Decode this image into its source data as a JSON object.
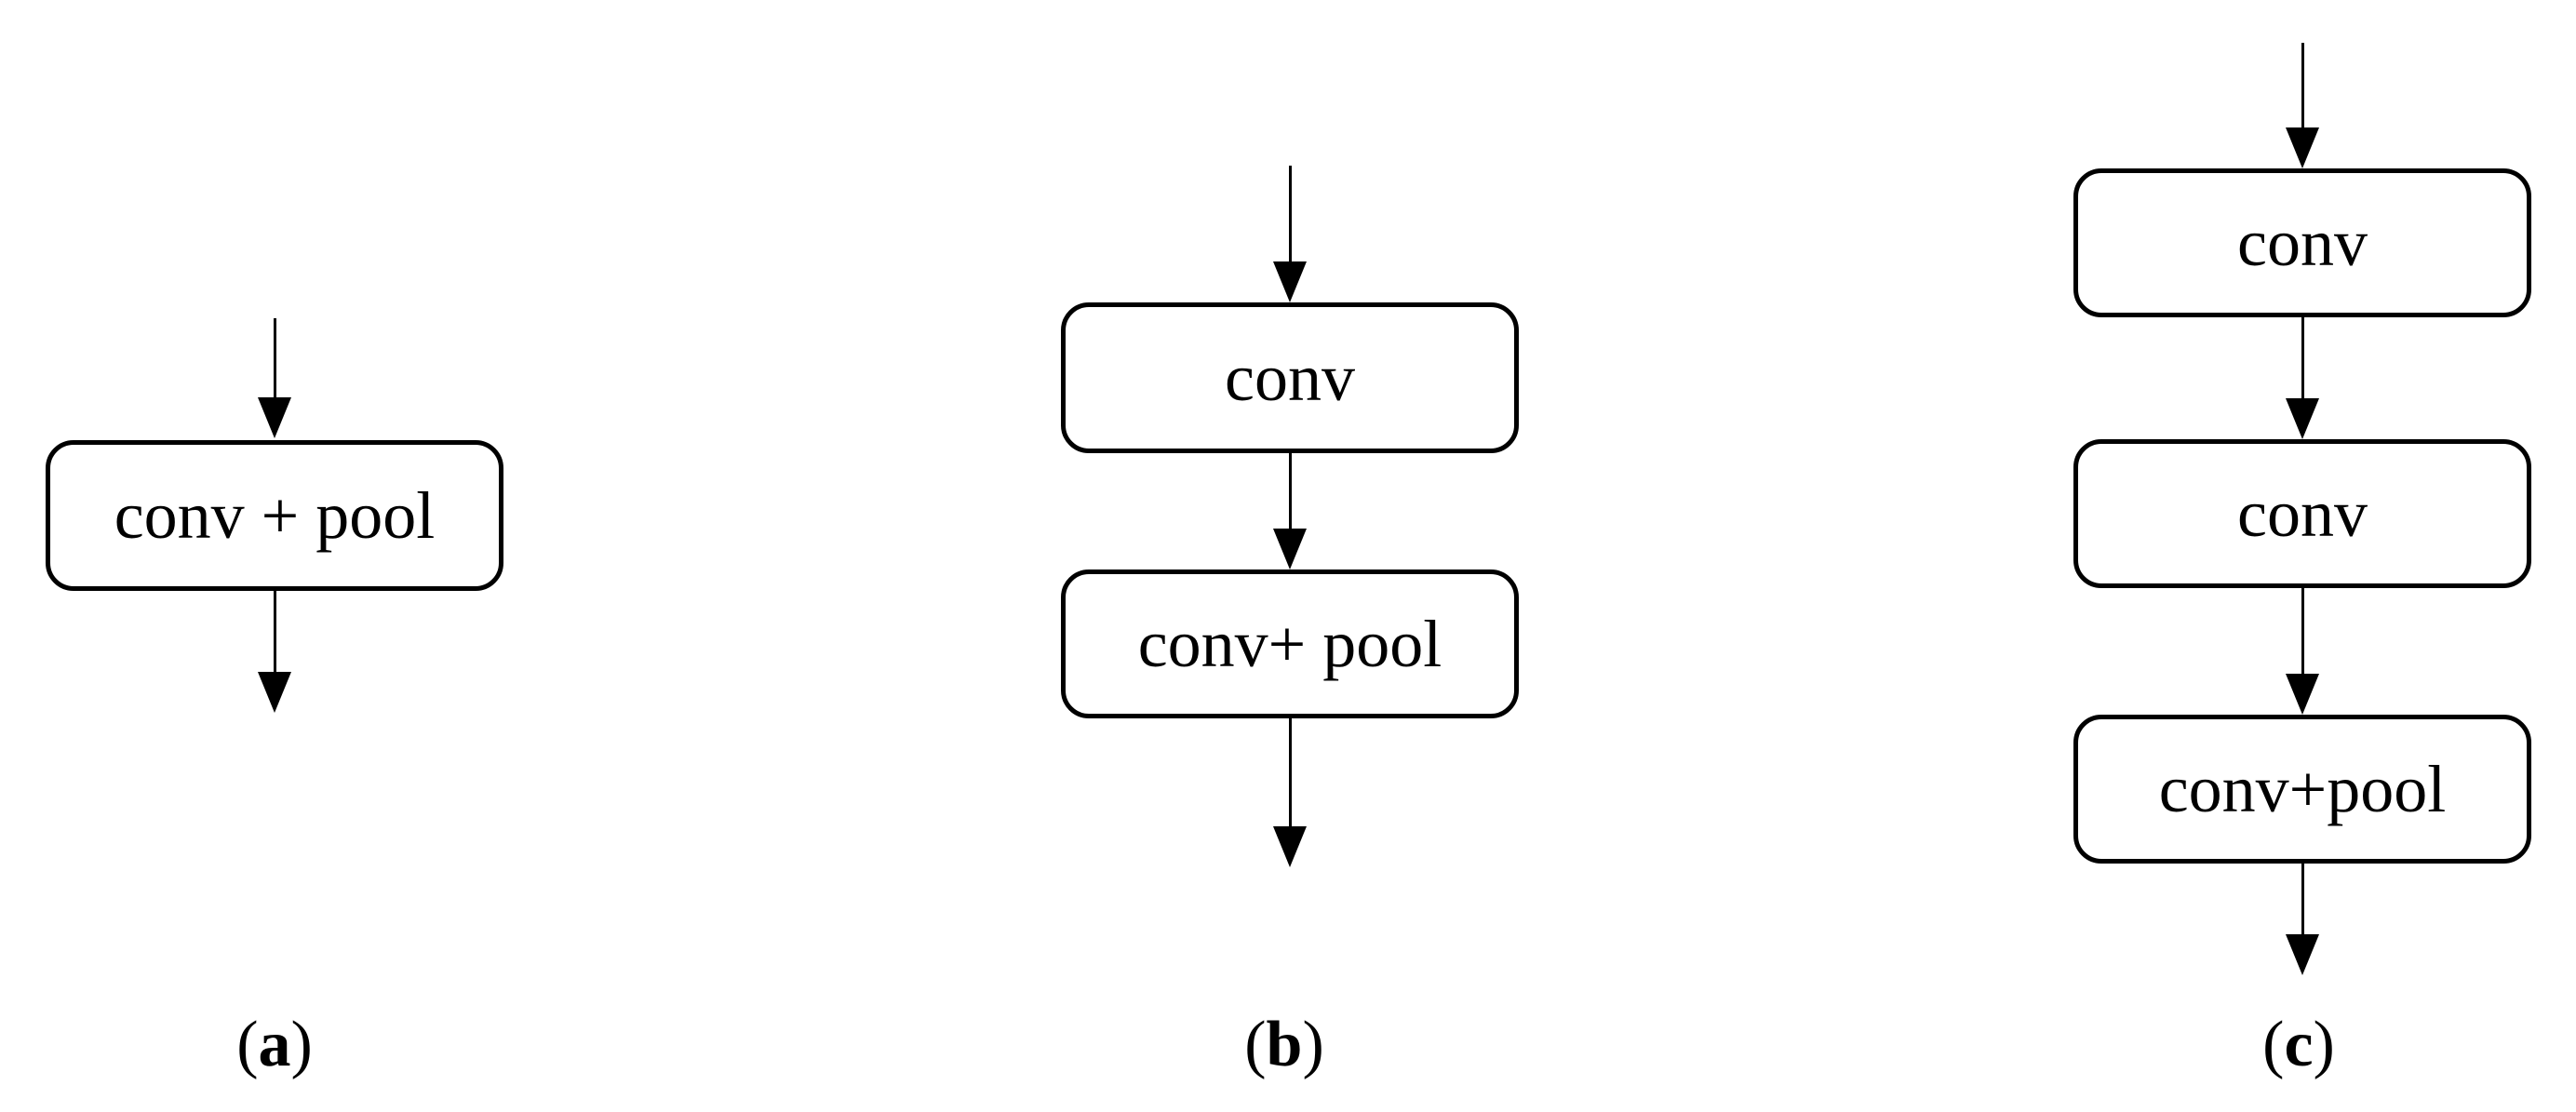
{
  "figure": {
    "background_color": "#ffffff",
    "stroke_color": "#000000",
    "columns": [
      {
        "id": "a",
        "label": {
          "open": "(",
          "letter": "a",
          "close": ")"
        },
        "boxes": [
          "conv + pool"
        ]
      },
      {
        "id": "b",
        "label": {
          "open": "(",
          "letter": "b",
          "close": ")"
        },
        "boxes": [
          "conv",
          "conv+ pool"
        ]
      },
      {
        "id": "c",
        "label": {
          "open": "(",
          "letter": "c",
          "close": ")"
        },
        "boxes": [
          "conv",
          "conv",
          "conv+pool"
        ]
      }
    ]
  }
}
